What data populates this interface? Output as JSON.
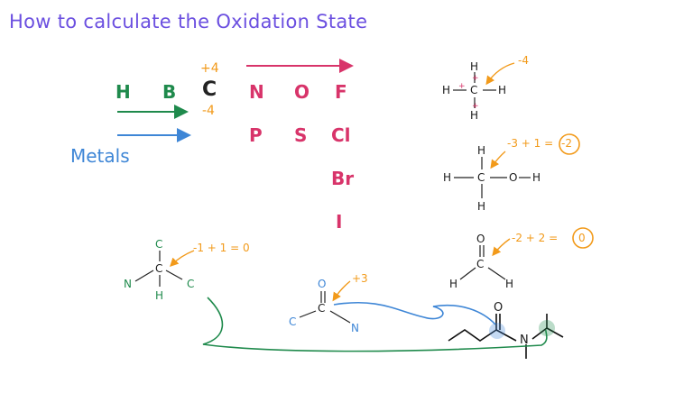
{
  "title": "How to calculate the Oxidation State",
  "periodic": {
    "row1": [
      "H",
      "B",
      "C",
      "N",
      "O",
      "F"
    ],
    "row2": [
      "P",
      "S",
      "Cl"
    ],
    "col": [
      "Br",
      "I"
    ],
    "c_plus": "+4",
    "c_minus": "-4",
    "metals": "Metals"
  },
  "methane": {
    "atoms": [
      "H",
      "H",
      "C",
      "H",
      "H"
    ],
    "ox": "-4"
  },
  "methanol": {
    "atoms": [
      "H",
      "H",
      "C",
      "O",
      "H",
      "H"
    ],
    "equation": "-3 + 1 =",
    "result": "-2"
  },
  "formaldehyde": {
    "atoms": [
      "O",
      "C",
      "H",
      "H"
    ],
    "equation": "-2 + 2 =",
    "result": "0"
  },
  "amine_carbon": {
    "atoms": [
      "C",
      "N",
      "C",
      "C",
      "H"
    ],
    "equation": "-1 + 1 = 0"
  },
  "amide_carbon": {
    "atoms": [
      "O",
      "C",
      "C",
      "N"
    ],
    "ox": "+3"
  },
  "amide_molecule": {
    "atoms": [
      "O",
      "N"
    ]
  },
  "colors": {
    "title": "#6b4fe0",
    "green": "#1f8a4c",
    "pink": "#d8346a",
    "orange": "#f29a1a",
    "blue": "#3e86d6"
  }
}
